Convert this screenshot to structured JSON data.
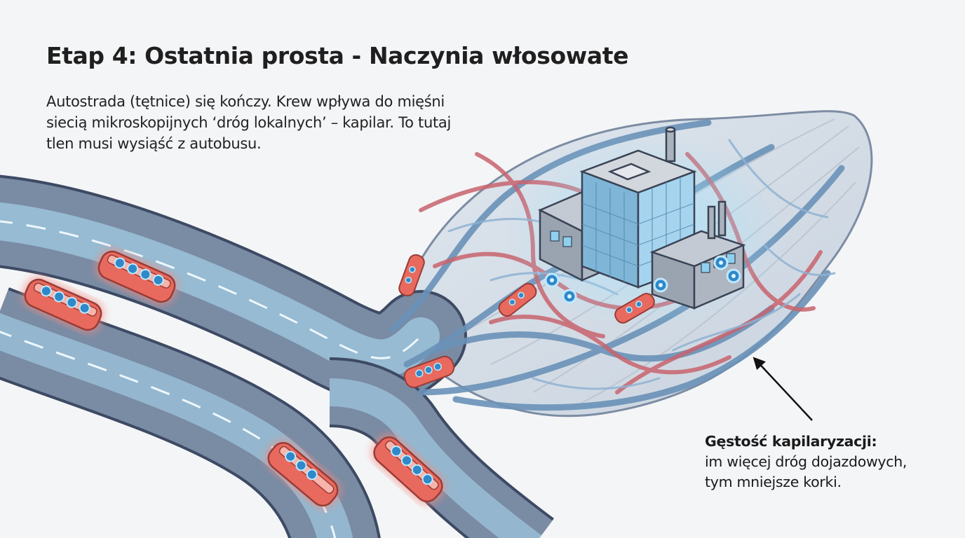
{
  "slide": {
    "title": "Etap 4: Ostatnia prosta - Naczynia włosowate",
    "intro": "Autostrada (tętnice) się kończy. Krew wpływa do mięśni siecią mikroskopijnych ‘dróg lokalnych’ – kapilar. To tutaj tlen musi wysiąść z autobusu.",
    "callout_heading": "Gęstość kapilaryzacji:",
    "callout_text": "im więcej dróg dojazdowych,\ntym mniejsze korki."
  },
  "colors": {
    "road": "#6f7f98",
    "road_edge": "#3d4a63",
    "blood_glow": "#8fd7f5",
    "bus": "#e86a5e",
    "capillary_red": "#cd6a72",
    "capillary_blue": "#6a92b8",
    "factory": "#9aa3b0",
    "glass": "#8ec9ea"
  },
  "icons": [
    "oxygen-molecule-icon",
    "arrow-pointer-icon",
    "factory-icon"
  ]
}
